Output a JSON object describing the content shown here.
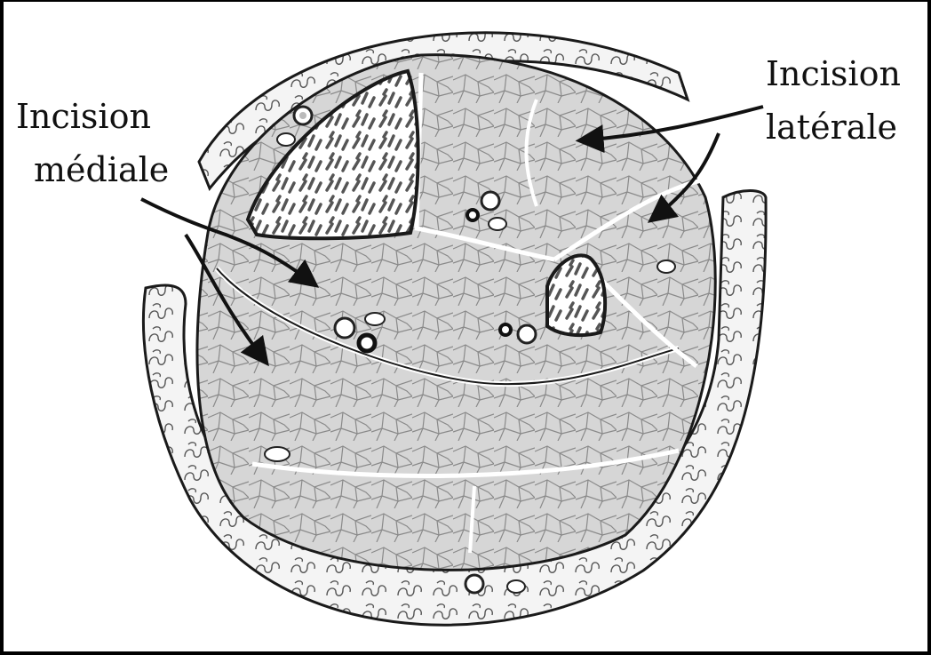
{
  "labels": {
    "medial": [
      "Incision",
      "médiale"
    ],
    "lateral": [
      "Incision",
      "latérale"
    ]
  },
  "colors": {
    "muscle_fill": "#d6d6d6",
    "fascia": "#ffffff",
    "outline": "#1a1a1a",
    "skin_fill": "#f4f4f4",
    "frame": "#000000",
    "background": "#ffffff"
  }
}
